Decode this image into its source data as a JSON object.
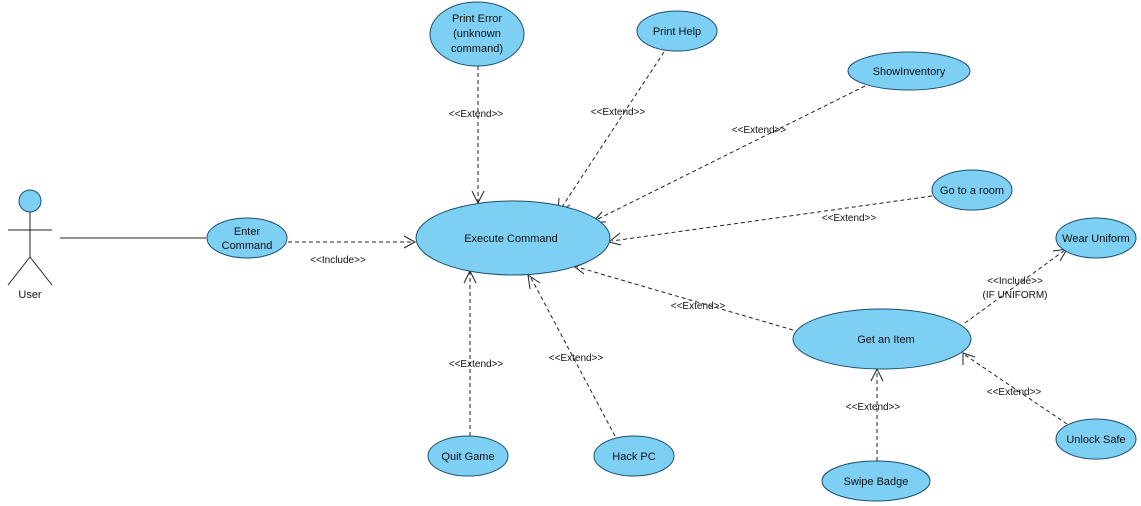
{
  "actor": {
    "name": "User"
  },
  "use_cases": {
    "enter_command": [
      "Enter",
      "Command"
    ],
    "execute_command": [
      "Execute Command"
    ],
    "print_error": [
      "Print Error",
      "(unknown",
      "command)"
    ],
    "print_help": [
      "Print Help"
    ],
    "show_inventory": [
      "ShowInventory"
    ],
    "go_to_room": [
      "Go to a room"
    ],
    "wear_uniform": [
      "Wear Uniform"
    ],
    "get_item": [
      "Get an Item"
    ],
    "unlock_safe": [
      "Unlock Safe"
    ],
    "swipe_badge": [
      "Swipe Badge"
    ],
    "hack_pc": [
      "Hack PC"
    ],
    "quit_game": [
      "Quit Game"
    ]
  },
  "relations": {
    "enter_to_execute": [
      "<<Include>>"
    ],
    "error_to_execute": [
      "<<Extend>>"
    ],
    "help_to_execute": [
      "<<Extend>>"
    ],
    "inventory_to_execute": [
      "<<Extend>>"
    ],
    "room_to_execute": [
      "<<Extend>>"
    ],
    "get_to_execute": [
      "<<Extend>>"
    ],
    "quit_to_execute": [
      "<<Extend>>"
    ],
    "hack_to_execute": [
      "<<Extend>>"
    ],
    "get_to_wear": [
      "<<Include>>",
      "(IF UNIFORM)"
    ],
    "swipe_to_get": [
      "<<Extend>>"
    ],
    "unlock_to_get": [
      "<<Extend>>"
    ]
  },
  "colors": {
    "use_case_fill": "#7ecff4",
    "use_case_stroke": "#1c4e6b",
    "line": "#222222"
  }
}
